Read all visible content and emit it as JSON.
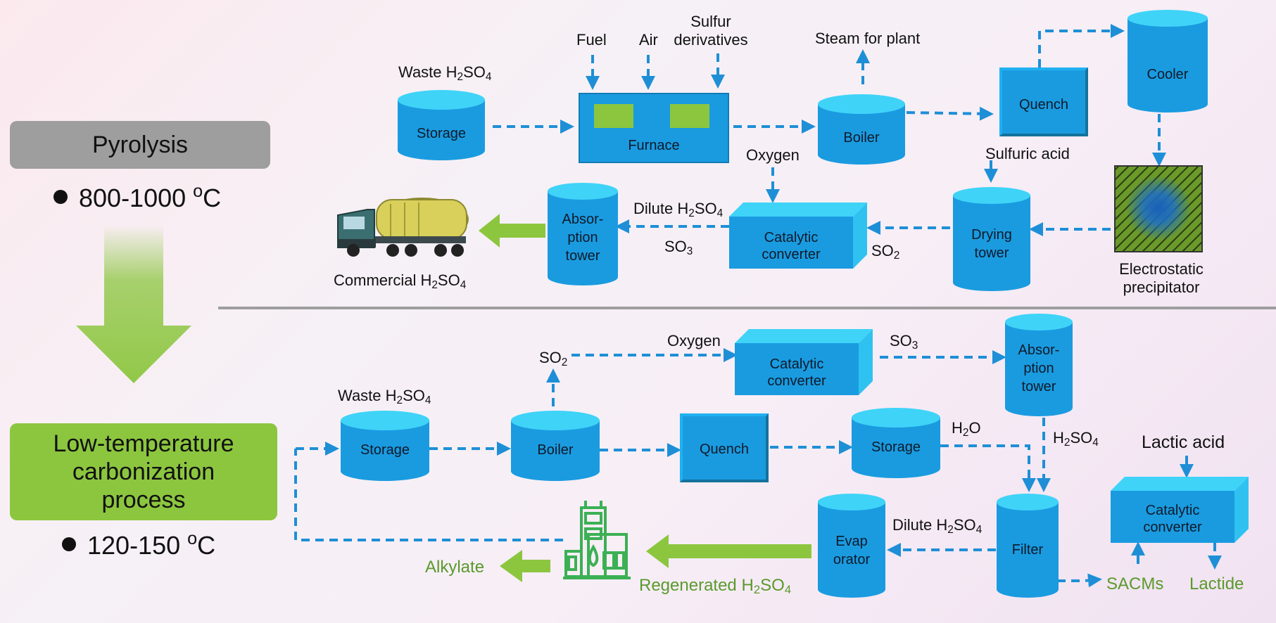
{
  "stages": {
    "pyrolysis": {
      "title": "Pyrolysis",
      "temp_value": "800-1000 ",
      "temp_sup": "o",
      "temp_unit": "C"
    },
    "low_temp": {
      "line1": "Low-temperature",
      "line2": "carbonization",
      "line3": "process",
      "temp_value": "120-150 ",
      "temp_sup": "o",
      "temp_unit": "C"
    }
  },
  "top": {
    "waste_prefix": "Waste H",
    "waste_s": "2",
    "waste_mid": "SO",
    "waste_s2": "4",
    "storage": "Storage",
    "fuel": "Fuel",
    "air": "Air",
    "sulfur_l1": "Sulfur",
    "sulfur_l2": "derivatives",
    "furnace": "Furnace",
    "steam": "Steam for plant",
    "boiler": "Boiler",
    "quench": "Quench",
    "cooler": "Cooler",
    "sulfuric_acid": "Sulfuric acid",
    "electro_l1": "Electrostatic",
    "electro_l2": "precipitator",
    "drying_l1": "Drying",
    "drying_l2": "tower",
    "so2_pre": "SO",
    "so2_sub": "2",
    "catalytic_l1": "Catalytic",
    "catalytic_l2": "converter",
    "oxygen": "Oxygen",
    "dilute_pre": "Dilute H",
    "dilute_s": "2",
    "dilute_mid": "SO",
    "dilute_s2": "4",
    "so3_pre": "SO",
    "so3_sub": "3",
    "absorption_l1": "Absor-",
    "absorption_l2": "ption",
    "absorption_l3": "tower",
    "commercial_pre": "Commercial H",
    "commercial_s": "2",
    "commercial_mid": "SO",
    "commercial_s2": "4"
  },
  "bottom": {
    "so2_pre": "SO",
    "so2_sub": "2",
    "oxygen": "Oxygen",
    "catalytic_l1": "Catalytic",
    "catalytic_l2": "converter",
    "so3_pre": "SO",
    "so3_sub": "3",
    "absorption_l1": "Absor-",
    "absorption_l2": "ption",
    "absorption_l3": "tower",
    "waste_prefix": "Waste H",
    "waste_s": "2",
    "waste_mid": "SO",
    "waste_s2": "4",
    "storage1": "Storage",
    "boiler": "Boiler",
    "quench": "Quench",
    "storage2": "Storage",
    "h2o_pre": "H",
    "h2o_sub": "2",
    "h2o_post": "O",
    "h2so4_pre": "H",
    "h2so4_s": "2",
    "h2so4_mid": "SO",
    "h2so4_s2": "4",
    "lactic_acid": "Lactic acid",
    "catalytic2_l1": "Catalytic",
    "catalytic2_l2": "converter",
    "filter": "Filter",
    "dilute_pre": "Dilute H",
    "dilute_s": "2",
    "dilute_mid": "SO",
    "dilute_s2": "4",
    "evap_l1": "Evap",
    "evap_l2": "orator",
    "regen_pre": "Regenerated H",
    "regen_s": "2",
    "regen_mid": "SO",
    "regen_s2": "4",
    "alkylate": "Alkylate",
    "sacms": "SACMs",
    "lactide": "Lactide"
  },
  "colors": {
    "cyan": "#1a9be0",
    "cyan_top": "#3fd3f8",
    "arrow_blue": "#1e8fd6",
    "green": "#8cc63f",
    "gray": "#9e9e9e",
    "label_green": "#5a9a2c"
  },
  "icons": [
    "tanker-truck-icon",
    "refinery-plant-icon",
    "electrostatic-precipitator-icon"
  ]
}
